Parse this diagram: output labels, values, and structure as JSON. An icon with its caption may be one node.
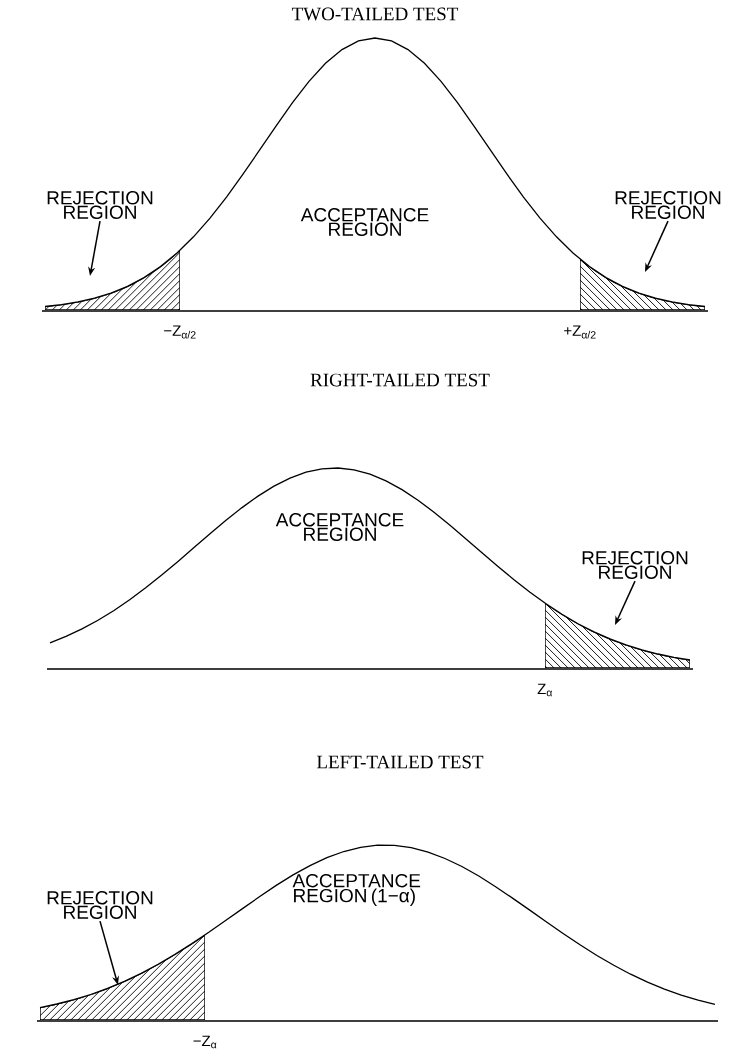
{
  "diagram": {
    "nodes": [
      {
        "text": [
          "REJECTION REGION"
        ]
      },
      {
        "text": [
          "REJECTION REGION"
        ]
      },
      {
        "text": [
          "REJECTION REGION"
        ]
      },
      {
        "text": [
          "REJECTION REGION"
        ]
      },
      {
        "text": [],
        "shape": "area"
      },
      {
        "text": [],
        "shape": "area"
      },
      {
        "text": [],
        "shape": "area"
      },
      {
        "text": [],
        "shape": "area"
      }
    ],
    "edges": [
      {
        "from": 0,
        "to": 4,
        "arrow": "to"
      },
      {
        "from": 1,
        "to": 5,
        "arrow": "to"
      },
      {
        "from": 2,
        "to": 6,
        "arrow": "to"
      },
      {
        "from": 3,
        "to": 7,
        "arrow": "to"
      }
    ],
    "labels": [
      "TWO-TAILED TEST",
      "ACCEPTANCE REGION",
      "−Z$_{α/2}$",
      "+Z$_{α/2}$",
      "RIGHT-TAILED TEST",
      "ACCEPTANCE REGION",
      "Z$_{α}$",
      "LEFT-TAILED TEST",
      "ACCEPTANCE REGION (1−α)",
      "−Z$_{α}$"
    ]
  }
}
